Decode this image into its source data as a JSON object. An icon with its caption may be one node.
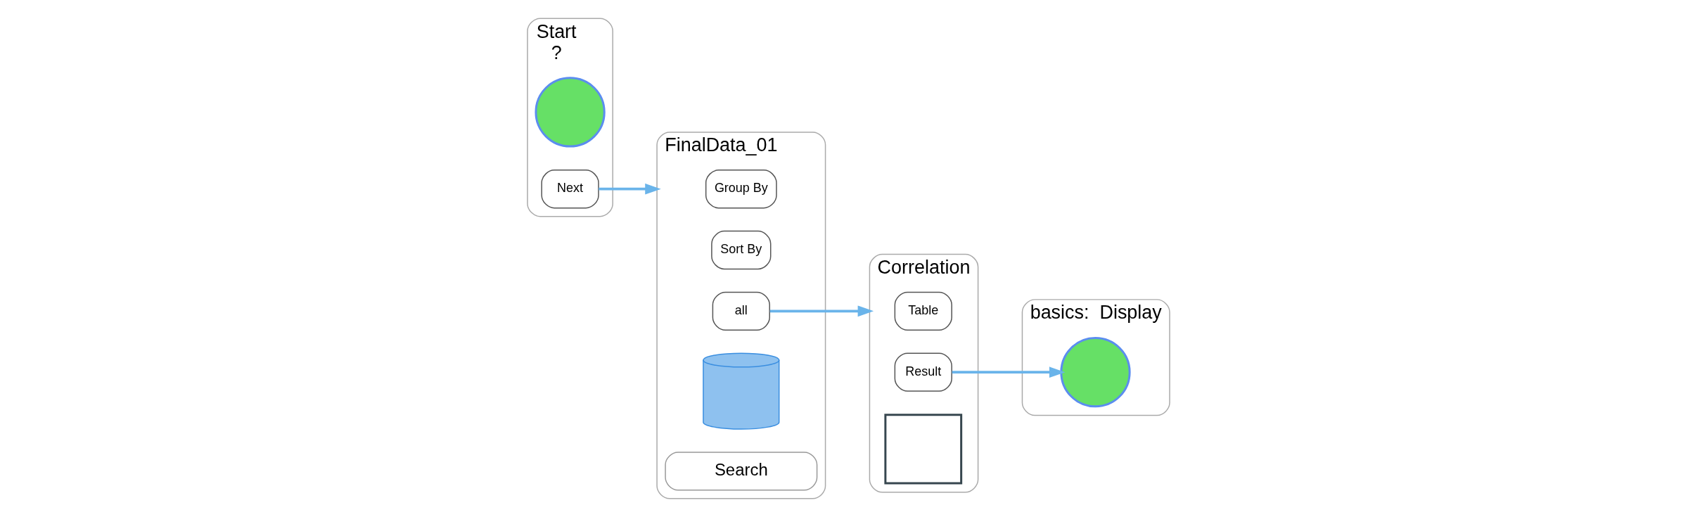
{
  "diagram": {
    "nodes": [
      {
        "text": [
          "Start",
          "?"
        ]
      },
      {
        "text": [],
        "shape": "circle",
        "in": 0
      },
      {
        "text": [
          "Next"
        ],
        "in": 0
      },
      {
        "text": [
          "FinalData_01"
        ]
      },
      {
        "text": [
          "Group By"
        ],
        "in": 3
      },
      {
        "text": [
          "Sort By"
        ],
        "in": 3
      },
      {
        "text": [
          "all"
        ],
        "in": 3
      },
      {
        "text": [],
        "shape": "cylinder",
        "in": 3
      },
      {
        "text": [
          "Search"
        ],
        "in": 3
      },
      {
        "text": [
          "Correlation"
        ]
      },
      {
        "text": [
          "Table"
        ],
        "in": 9
      },
      {
        "text": [
          "Result"
        ],
        "in": 9
      },
      {
        "text": [],
        "shape": "box",
        "in": 9
      },
      {
        "text": [
          "basics:  Display"
        ]
      },
      {
        "text": [],
        "shape": "circle",
        "in": 13
      }
    ],
    "edges": [
      {
        "from": 2,
        "to": 3,
        "arrow": "to"
      },
      {
        "from": 6,
        "to": 9,
        "arrow": "to"
      },
      {
        "from": 11,
        "to": 14,
        "arrow": "to"
      }
    ]
  }
}
